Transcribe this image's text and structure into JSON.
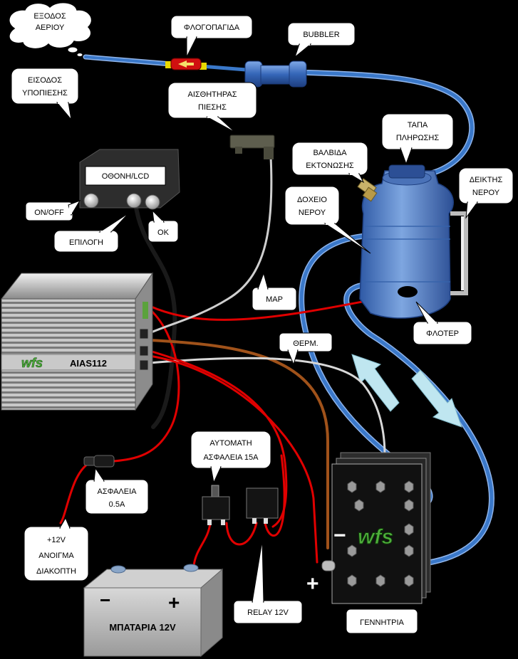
{
  "labels": {
    "gas_out_line1": "ΕΞΟΔΟΣ",
    "gas_out_line2": "ΑΕΡΙΟΥ",
    "flame_arrestor": "ΦΛΟΓΟΠΑΓΙΔΑ",
    "bubbler": "BUBBLER",
    "vacuum_in_line1": "ΕΙΣΟΔΟΣ",
    "vacuum_in_line2": "ΥΠΟΠΙΕΣΗΣ",
    "pressure_sensor_line1": "ΑΙΣΘΗΤΗΡΑΣ",
    "pressure_sensor_line2": "ΠΙΕΣΗΣ",
    "fill_cap_line1": "ΤΑΠΑ",
    "fill_cap_line2": "ΠΛΗΡΩΣΗΣ",
    "relief_valve_line1": "ΒΑΛΒΙΔΑ",
    "relief_valve_line2": "ΕΚΤΟΝΩΣΗΣ",
    "water_level_line1": "ΔΕΙΚΤΗΣ",
    "water_level_line2": "ΝΕΡΟΥ",
    "water_tank_line1": "ΔΟΧΕΙΟ",
    "water_tank_line2": "ΝΕΡΟΥ",
    "display": "ΟΘΟΝΗ/LCD",
    "on_off": "ON/OFF",
    "select": "ΕΠΙΛΟΓΗ",
    "ok": "OK",
    "map": "MAP",
    "float": "ΦΛΟΤΕΡ",
    "temp": "ΘΕΡΜ.",
    "breaker_line1": "ΑΥΤΟΜΑΤΗ",
    "breaker_line2": "ΑΣΦΑΛΕΙΑ 15Α",
    "fuse_line1": "ΑΣΦΑΛΕΙΑ",
    "fuse_line2": "0.5A",
    "switch_line1": "+12V",
    "switch_line2": "ΑΝΟΙΓΜΑ",
    "switch_line3": "ΔΙΑΚΟΠΤΗ",
    "relay": "RELAY 12V",
    "generator": "ΓΕΝΝΗΤΡΙΑ",
    "battery": "ΜΠΑΤΑΡΙΑ 12V",
    "controller_brand": "wfs",
    "controller_model": "AIAS112",
    "generator_brand": "wfs",
    "battery_minus": "−",
    "battery_plus": "+",
    "gen_minus": "−",
    "gen_plus": "+"
  },
  "colors": {
    "background": "#000000",
    "hose": "#3a78c9",
    "wire_red": "#e00000",
    "wire_brown": "#a0521a",
    "wire_white": "#d8d8d8",
    "tank": "#5a84c8",
    "brand_green": "#4fae3c"
  },
  "icons": [
    "thought-cloud-icon",
    "flame-arrestor-icon",
    "bubbler-icon",
    "pressure-sensor-icon",
    "controller-unit-icon",
    "display-unit-icon",
    "water-tank-icon",
    "generator-icon",
    "battery-icon",
    "relay-icon",
    "circuit-breaker-icon",
    "inline-fuse-icon",
    "flow-arrow-icon"
  ]
}
